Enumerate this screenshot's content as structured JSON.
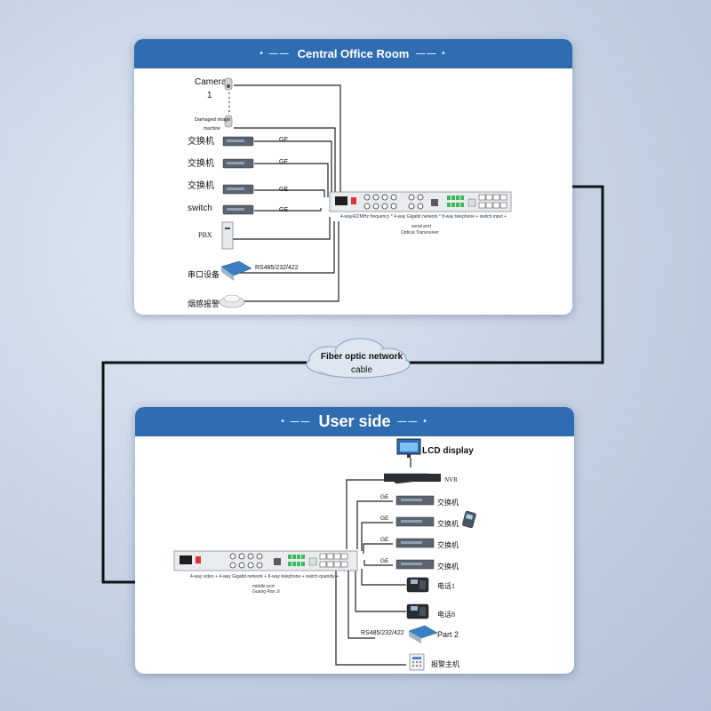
{
  "top": {
    "title": "Central Office Room",
    "camera": "Camera",
    "camera_index": "1",
    "damaged": "Damaged image",
    "machine": "machine",
    "switch_cn": "交换机",
    "switch_en": "switch",
    "ge": "GE",
    "pbx": "PBX",
    "serial": "串口设备",
    "rs": "RS485/232/422",
    "smoke": "烟感报警",
    "device_line1": "4-way422MHz frequency * 4-way Gigabit network * 8-way telephone + switch input +",
    "device_line2": "serial port",
    "device_line3": "Optical Transceiver"
  },
  "cable": {
    "line1": "Fiber optic network",
    "line2": "cable"
  },
  "bottom": {
    "title": "User side",
    "lcd": "LCD display",
    "nvr": "NVR",
    "ge": "GE",
    "switch_cn": "交换机",
    "phone1": "电话1",
    "phone8": "电话8",
    "part2": "Part 2",
    "rs": "RS485/232/422",
    "alarm": "报警主机",
    "device_line1": "4-way video + 4-way Gigabit network + 8-way telephone + switch quantity +",
    "device_line2": "middle port",
    "device_line3": "Guang Ran Ji"
  }
}
